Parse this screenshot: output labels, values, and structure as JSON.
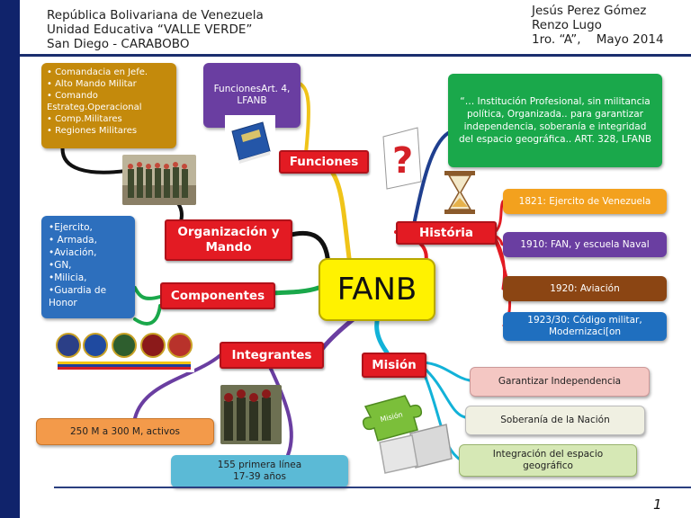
{
  "header": {
    "left_lines": [
      "República Bolivariana de Venezuela",
      "Unidad Educativa “VALLE VERDE”",
      "San Diego - CARABOBO"
    ],
    "right_lines": [
      "Jesús Perez Gómez",
      "Renzo Lugo",
      "1ro. “A”,    Mayo 2014"
    ]
  },
  "center": {
    "label": "FANB"
  },
  "branches": {
    "funciones": "Funciones",
    "organizacion": "Organización y Mando",
    "componentes": "Componentes",
    "integrantes": "Integrantes",
    "historia": "História",
    "mision": "Misión"
  },
  "nodes": {
    "mando_list": [
      "• Comandacia en Jefe.",
      "• Alto Mando Militar",
      "• Comando Estrateg.Operacional",
      "• Comp.Militares",
      "• Regiones Militares"
    ],
    "funciones_art": "FuncionesArt. 4, LFANB",
    "definicion": "“… Institución Profesional, sin militancia política, Organizada.. para garantizar independencia, soberanía e integridad del espacio geográfica.. ART. 328, LFANB",
    "question_mark": "?",
    "componentes_list": [
      "•Ejercito,",
      "• Armada,",
      "•Aviación,",
      "•GN,",
      "•Milicia,",
      "•Guardia de Honor"
    ],
    "historia": [
      "1821: Ejercito de Venezuela",
      "1910:  FAN, y escuela Naval",
      "1920:  Aviación",
      "1923/30: Código militar, Modernizaci[on"
    ],
    "activos": "250 M a 300 M, activos",
    "primera_linea": [
      "155 primera línea",
      "17-39 años"
    ],
    "mision": [
      "Garantizar Independencia",
      "Soberanía de la Nación",
      "Integración del espacio geográfico"
    ],
    "puzzle_label": "Misión"
  },
  "footer": {
    "page_number": "1"
  },
  "colors": {
    "label_red": "#e31b23",
    "center_yellow": "#fff200",
    "green": "#1aa84b",
    "blue": "#2d6fbd",
    "orange": "#f3a11e",
    "brown": "#8b4513",
    "purple": "#6a3ea1"
  }
}
